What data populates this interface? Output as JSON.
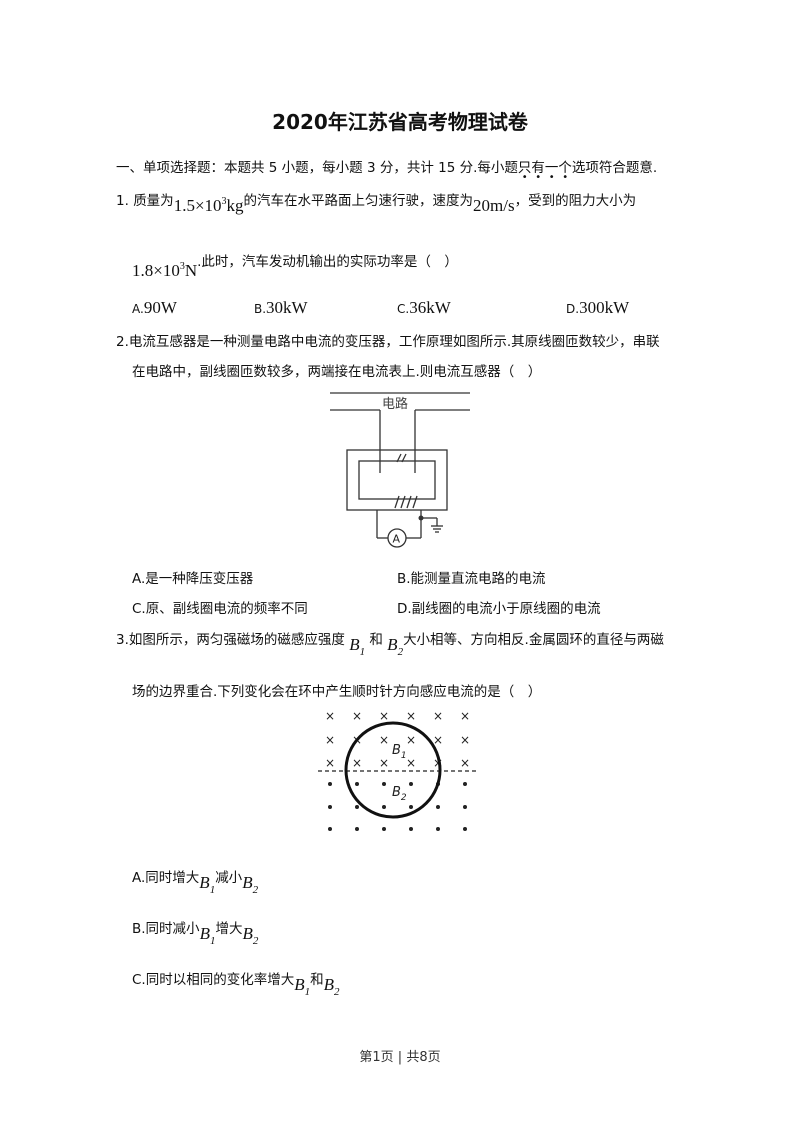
{
  "title": "2020年江苏省高考物理试卷",
  "section": {
    "prefix": "一、单项选择题：本题共 5 小题，每小题 3 分，共计 15 分.每小题",
    "emph": [
      "只",
      "有",
      "一",
      "个"
    ],
    "suffix": "选项符合题意."
  },
  "q1": {
    "num": "1.",
    "p1": "质量为",
    "mass": "1.5×10",
    "mass_exp": "3",
    "mass_unit": "kg",
    "p2": "的汽车在水平路面上匀速行驶，速度为",
    "speed": "20m/s",
    "p3": "，受到的阻力大小为",
    "force": "1.8×10",
    "force_exp": "3",
    "force_unit": "N",
    "p4": ".此时，汽车发动机输出的实际功率是（　）",
    "options": [
      {
        "letter": "A.",
        "value": "90W"
      },
      {
        "letter": "B.",
        "value": "30kW"
      },
      {
        "letter": "C.",
        "value": "36kW"
      },
      {
        "letter": "D.",
        "value": "300kW"
      }
    ]
  },
  "q2": {
    "num": "2.",
    "line1": "电流互感器是一种测量电路中电流的变压器，工作原理如图所示.其原线圈匝数较少，串联",
    "line2": "在电路中，副线圈匝数较多，两端接在电流表上.则电流互感器（　）",
    "figure": {
      "circuit_label": "电路",
      "meter_label": "A"
    },
    "options": [
      "A.是一种降压变压器",
      "B.能测量直流电路的电流",
      "C.原、副线圈电流的频率不同",
      "D.副线圈的电流小于原线圈的电流"
    ]
  },
  "q3": {
    "num": "3.",
    "p1": "如图所示，两匀强磁场的磁感应强度",
    "b": "B",
    "s1": "1",
    "s2": "2",
    "and": "和",
    "p2": "大小相等、方向相反.金属圆环的直径与两磁",
    "line2": "场的边界重合.下列变化会在环中产生顺时针方向感应电流的是（　）",
    "figure": {
      "b1_label": "B",
      "b1_sub": "1",
      "b2_label": "B",
      "b2_sub": "2"
    },
    "optA": {
      "pre": "A.同时增大",
      "mid": "减小"
    },
    "optB": {
      "pre": "B.同时减小",
      "mid": "增大"
    },
    "optC": {
      "pre": "C.同时以相同的变化率增大",
      "mid": "和"
    }
  },
  "footer": "第1页 | 共8页"
}
